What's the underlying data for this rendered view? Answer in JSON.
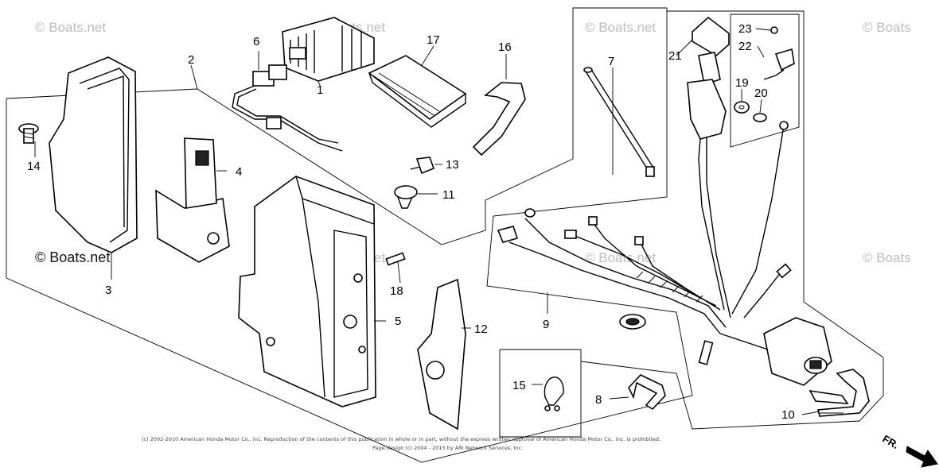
{
  "watermarks": {
    "brand": "© Boats.net",
    "brand_short": "© Boats"
  },
  "callouts": [
    {
      "id": "1",
      "label": "1"
    },
    {
      "id": "2",
      "label": "2"
    },
    {
      "id": "3",
      "label": "3"
    },
    {
      "id": "4",
      "label": "4"
    },
    {
      "id": "5",
      "label": "5"
    },
    {
      "id": "6",
      "label": "6"
    },
    {
      "id": "7",
      "label": "7"
    },
    {
      "id": "8",
      "label": "8"
    },
    {
      "id": "9",
      "label": "9"
    },
    {
      "id": "10",
      "label": "10"
    },
    {
      "id": "11",
      "label": "11"
    },
    {
      "id": "12",
      "label": "12"
    },
    {
      "id": "13",
      "label": "13"
    },
    {
      "id": "14",
      "label": "14"
    },
    {
      "id": "15",
      "label": "15"
    },
    {
      "id": "16",
      "label": "16"
    },
    {
      "id": "17",
      "label": "17"
    },
    {
      "id": "18",
      "label": "18"
    },
    {
      "id": "19",
      "label": "19"
    },
    {
      "id": "20",
      "label": "20"
    },
    {
      "id": "21",
      "label": "21"
    },
    {
      "id": "22",
      "label": "22"
    },
    {
      "id": "23",
      "label": "23"
    }
  ],
  "copyright": {
    "line1": "(c) 2002-2010 American Honda Motor Co., Inc. Reproduction of the contents of this publication in whole or in part, without the express written approval of American Honda Motor Co., Inc. is prohibited.",
    "line2": "Page design (c) 2004 - 2015 by ARI Network Services, Inc."
  },
  "direction_marker": {
    "label": "FR."
  }
}
